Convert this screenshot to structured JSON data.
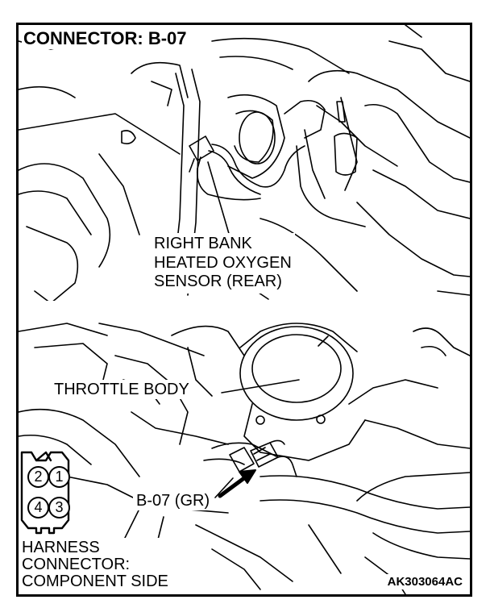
{
  "title": "CONNECTOR: B-07",
  "sensor_label": {
    "line1": "RIGHT BANK",
    "line2": "HEATED OXYGEN",
    "line3": "SENSOR (REAR)"
  },
  "throttle_label": "THROTTLE BODY",
  "connector_ref": "B-07 (GR)",
  "connector_pins": [
    "2",
    "1",
    "4",
    "3"
  ],
  "harness_label": {
    "line1": "HARNESS",
    "line2": "CONNECTOR:",
    "line3": "COMPONENT SIDE"
  },
  "figure_code": "AK303064AC",
  "colors": {
    "line": "#000000",
    "background": "#ffffff"
  }
}
